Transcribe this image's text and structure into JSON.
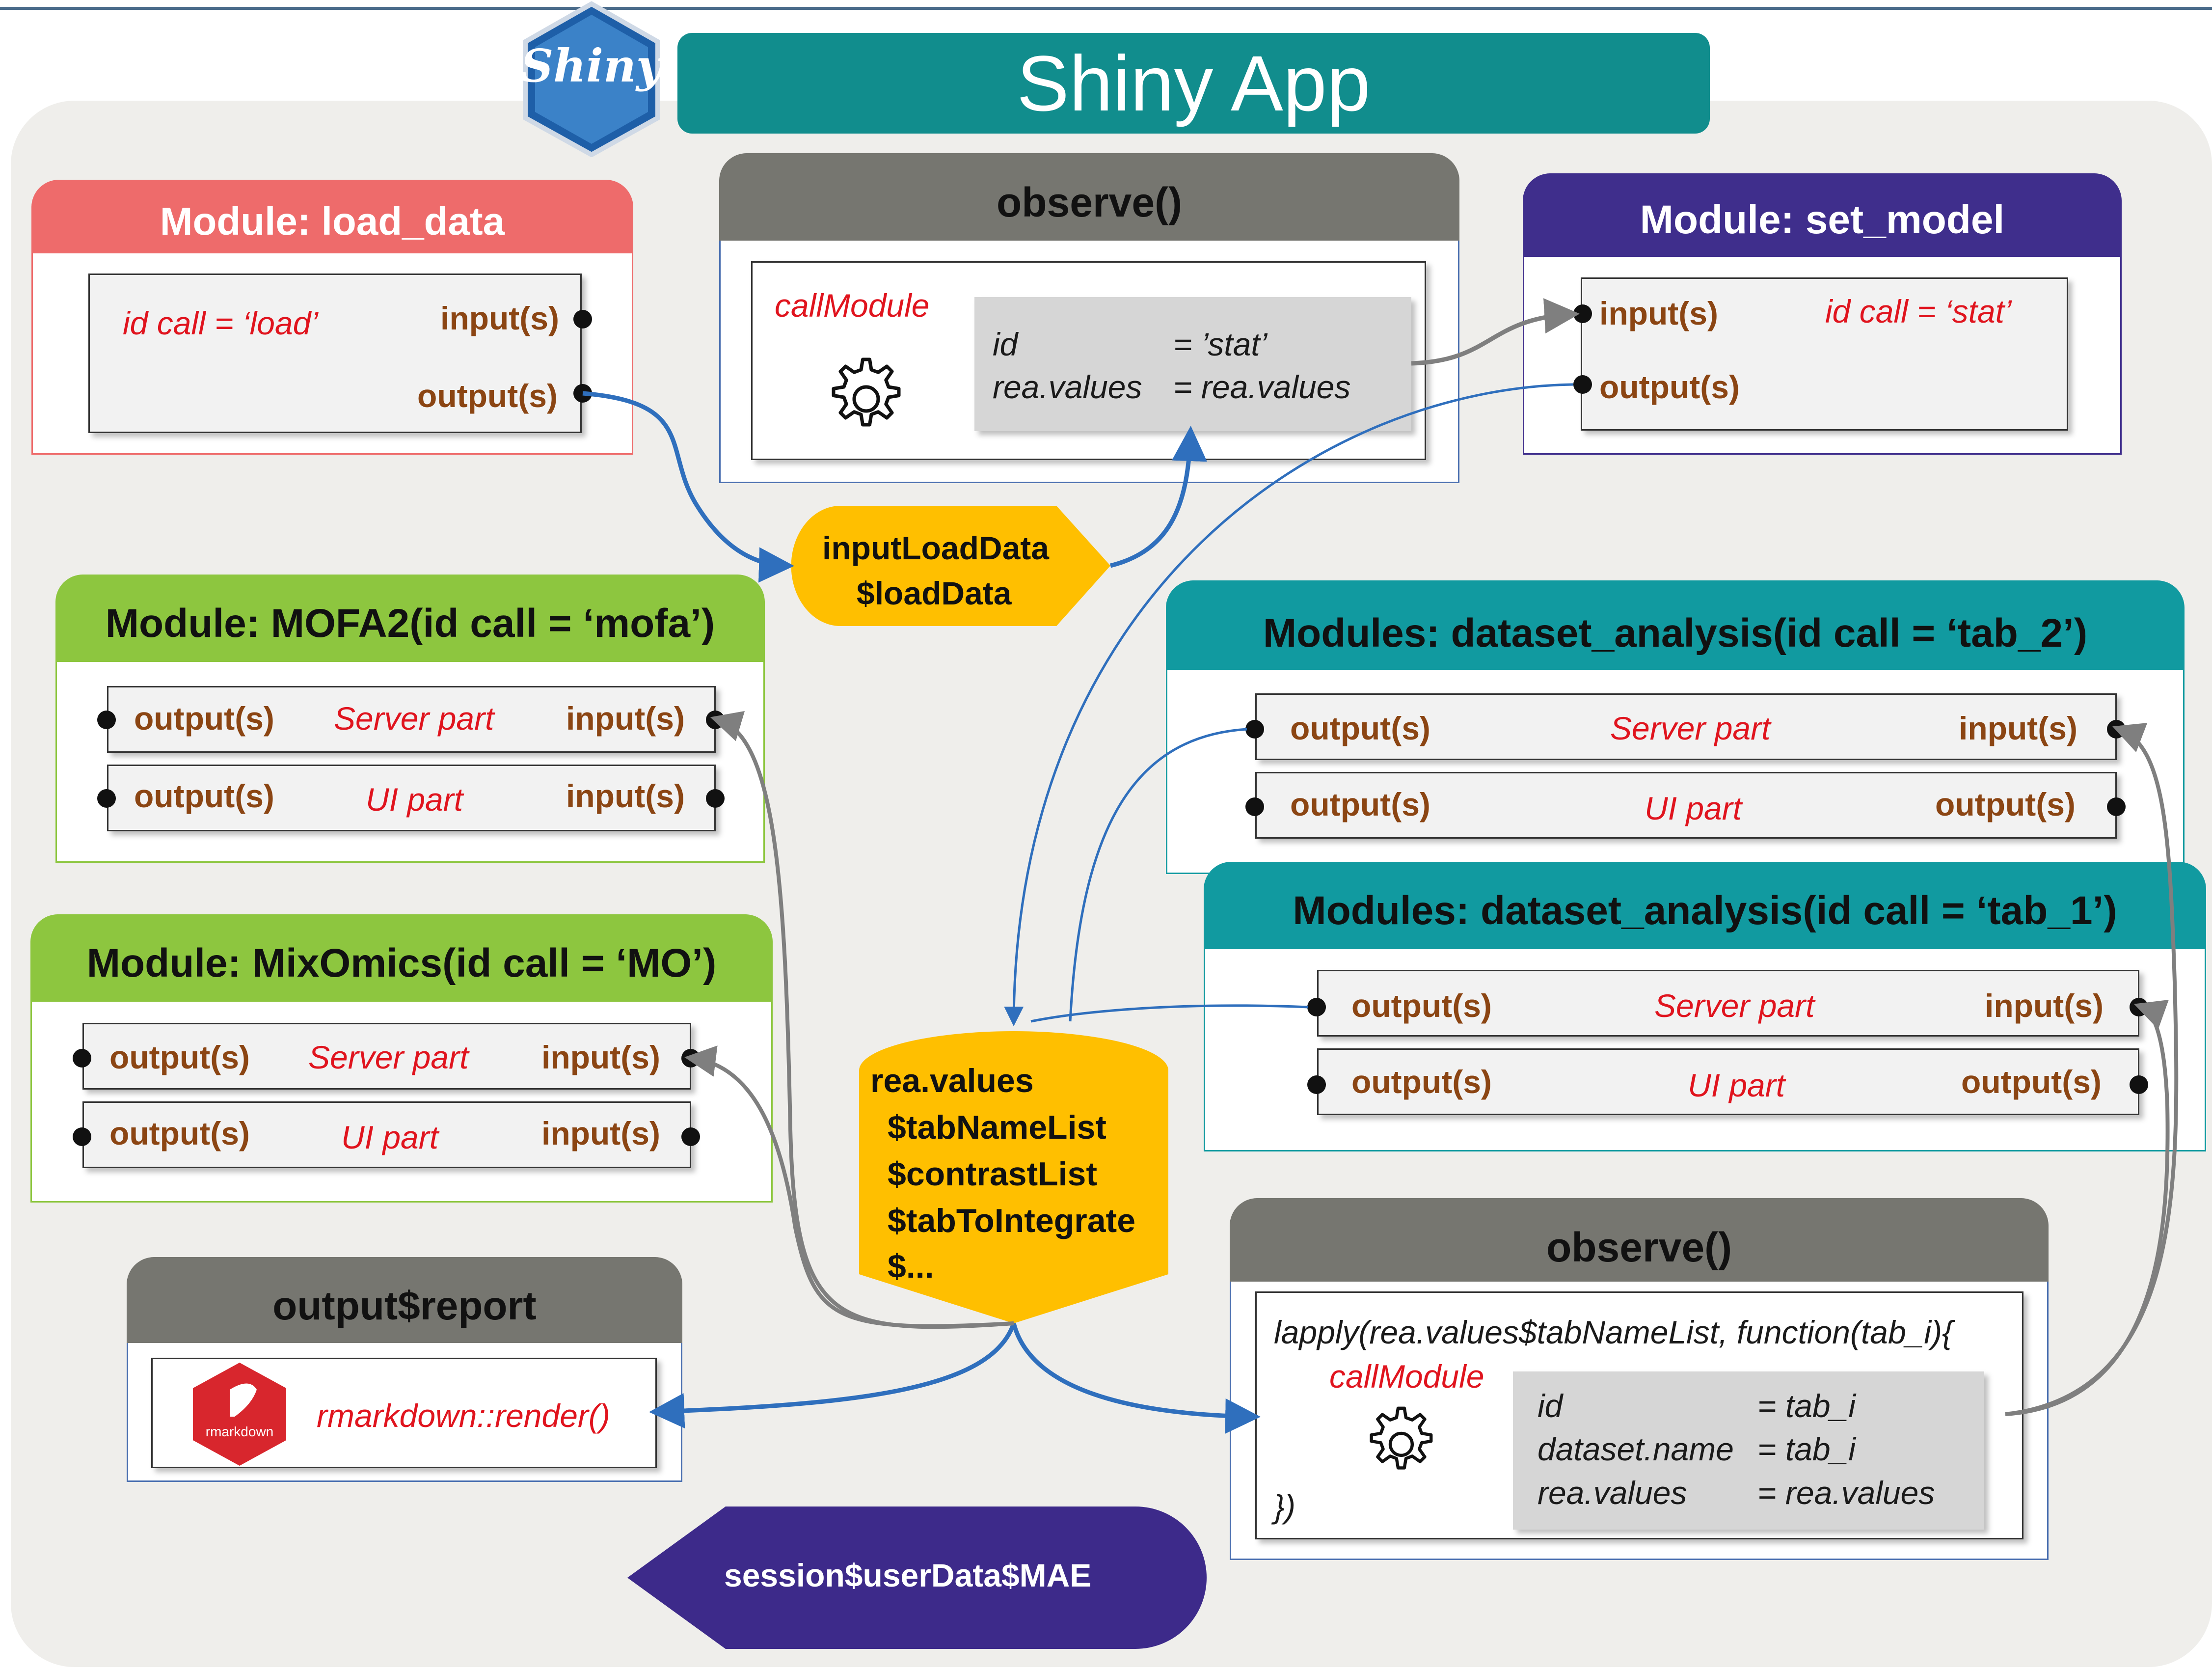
{
  "banner": {
    "logo_text": "Shiny",
    "title": "Shiny App"
  },
  "load_data": {
    "title": "Module: load_data",
    "id_call": "id call = ‘load’",
    "input": "input(s)",
    "output": "output(s)"
  },
  "observe_top": {
    "title": "observe()",
    "call_module": "callModule",
    "id_key": "id",
    "id_val": "= ’stat’",
    "rea_key": "rea.values",
    "rea_val": "= rea.values"
  },
  "set_model": {
    "title": "Module: set_model",
    "input": "input(s)",
    "output": "output(s)",
    "id_call": "id call = ‘stat’"
  },
  "input_load": {
    "line1": "inputLoadData",
    "line2": "$loadData"
  },
  "mofa": {
    "title": "Module: MOFA2(id call = ‘mofa’)",
    "row1": {
      "left": "output(s)",
      "mid": "Server part",
      "right": "input(s)"
    },
    "row2": {
      "left": "output(s)",
      "mid": "UI part",
      "right": "input(s)"
    }
  },
  "mixomics": {
    "title": "Module: MixOmics(id call = ‘MO’)",
    "row1": {
      "left": "output(s)",
      "mid": "Server part",
      "right": "input(s)"
    },
    "row2": {
      "left": "output(s)",
      "mid": "UI part",
      "right": "input(s)"
    }
  },
  "tab2": {
    "title": "Modules: dataset_analysis(id call = ‘tab_2’)",
    "row1": {
      "left": "output(s)",
      "mid": "Server part",
      "right": "input(s)"
    },
    "row2": {
      "left": "output(s)",
      "mid": "UI part",
      "right": "output(s)"
    }
  },
  "tab1": {
    "title": "Modules: dataset_analysis(id call = ‘tab_1’)",
    "row1": {
      "left": "output(s)",
      "mid": "Server part",
      "right": "input(s)"
    },
    "row2": {
      "left": "output(s)",
      "mid": "UI part",
      "right": "output(s)"
    }
  },
  "rea_values": {
    "lines": [
      "rea.values",
      "$tabNameList",
      "$contrastList",
      "$tabToIntegrate",
      "$..."
    ]
  },
  "report": {
    "title": "output$report",
    "logo_text": "rmarkdown",
    "render": "rmarkdown::render()"
  },
  "observe_bottom": {
    "title": "observe()",
    "lapply": "lapply(rea.values$tabNameList, function(tab_i){",
    "call_module": "callModule",
    "close": "})",
    "id_key": "id",
    "id_val": "= tab_i",
    "ds_key": "dataset.name",
    "ds_val": "= tab_i",
    "rea_key": "rea.values",
    "rea_val": "= rea.values"
  },
  "session": {
    "label": "session$userData$MAE"
  },
  "colors": {
    "load_data_head": "#ee6b6b",
    "set_model_head": "#3f2e8c",
    "observe_head": "#767670",
    "green_head": "#8dc63f",
    "teal_head": "#119aa0",
    "gold": "#ffbf00",
    "arrow_blue": "#2f6fbd",
    "arrow_gray": "#7f7f7f",
    "session_purple": "#3d2a8a"
  }
}
